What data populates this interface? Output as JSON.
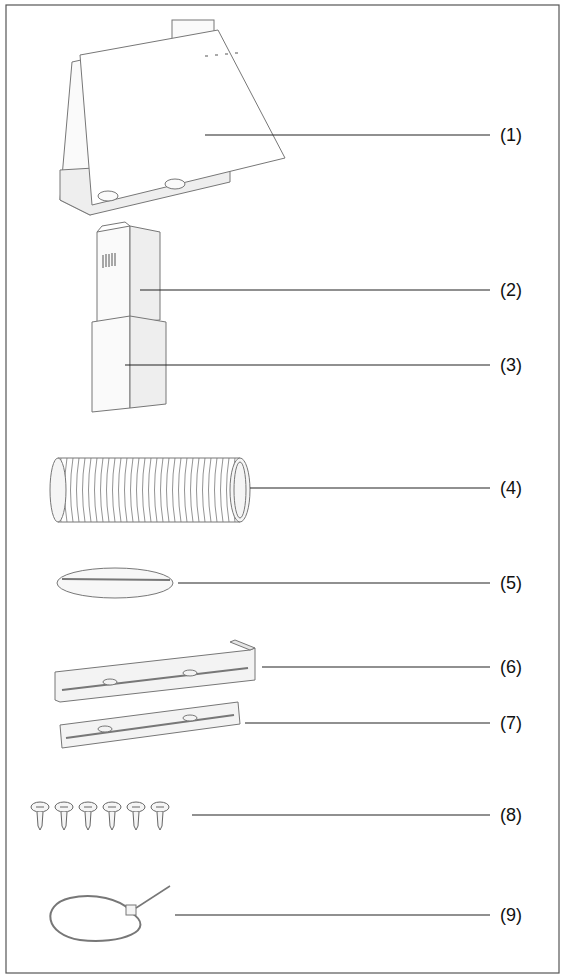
{
  "diagram": {
    "labels": [
      "(1)",
      "(2)",
      "(3)",
      "(4)",
      "(5)",
      "(6)",
      "(7)",
      "(8)",
      "(9)"
    ]
  }
}
